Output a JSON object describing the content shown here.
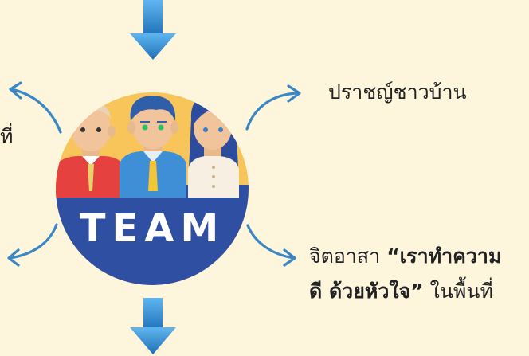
{
  "diagram": {
    "center_badge_text": "TEAM",
    "label_top_right": "ปราชญ์ชาวบ้าน",
    "label_left_fragment": "ที่",
    "label_bottom_right": {
      "prefix": "จิตอาสา ",
      "quote_open": "“",
      "bold_1": "เราทำความ",
      "bold_2": "ดี ด้วยหัวใจ",
      "quote_close": "”",
      "suffix": " ในพื้นที่"
    },
    "colors": {
      "background": "#fdf6dc",
      "arrow_fill": "#2f86c9",
      "curve_arrow": "#3b86c4",
      "badge_bottom": "#2f4fa3",
      "badge_top": "#f7c55a"
    }
  }
}
